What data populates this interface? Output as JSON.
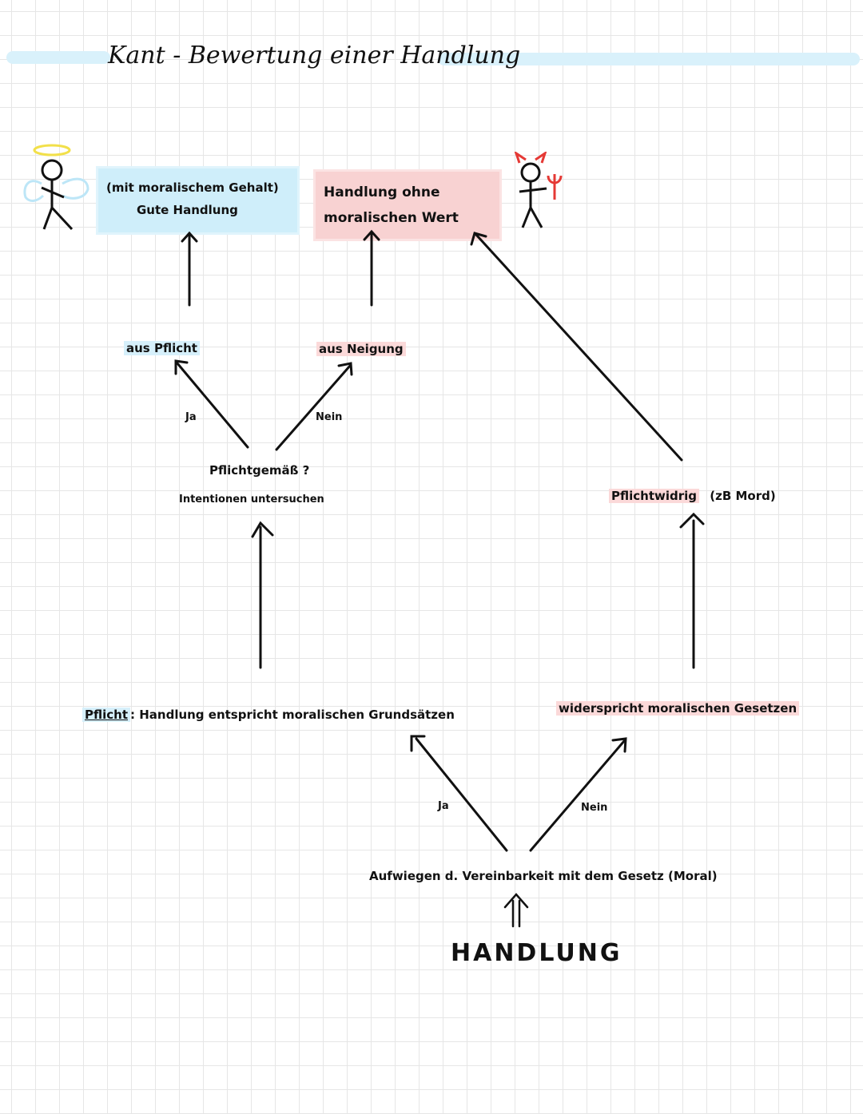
{
  "title": "Kant - Bewertung einer Handlung",
  "boxes": {
    "good": {
      "line1": "(mit moralischem Gehalt)",
      "line2": "Gute Handlung"
    },
    "neutral": {
      "line1": "Handlung ohne",
      "line2": "moralischen Wert"
    }
  },
  "labels": {
    "aus_pflicht": "aus Pflicht",
    "aus_neigung": "aus Neigung",
    "ja_top": "Ja",
    "nein_top": "Nein",
    "pflichtgemaess": "Pflichtgemäß ?",
    "intentionen": "Intentionen untersuchen",
    "pflichtwidrig": "Pflichtwidrig",
    "pflichtwidrig_note": "(zB Mord)",
    "pflicht_term": "Pflicht",
    "pflicht_def": ": Handlung entspricht moralischen Grundsätzen",
    "widerspricht": "widerspricht moralischen Gesetzen",
    "ja_bottom": "Ja",
    "nein_bottom": "Nein",
    "aufwiegen": "Aufwiegen d. Vereinbarkeit mit dem Gesetz (Moral)",
    "handlung": "HANDLUNG"
  },
  "colors": {
    "highlight_blue": "#cfeefa",
    "highlight_red": "#f8d2d2",
    "halo": "#f2e04a",
    "devil": "#e53935"
  },
  "icons": [
    "angel-stick-figure-icon",
    "devil-stick-figure-icon"
  ]
}
